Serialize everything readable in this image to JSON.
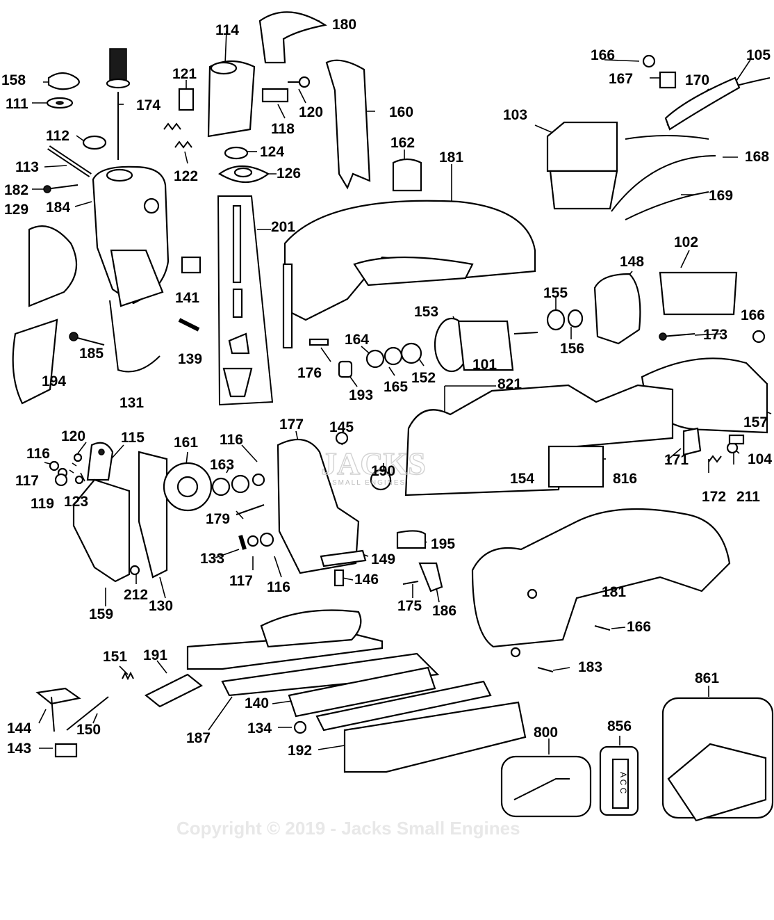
{
  "watermark": "Copyright © 2019 - Jacks Small Engines",
  "logo": {
    "text": "JACKS",
    "subtext": "SMALL ENGINES"
  },
  "case_label": "A C C",
  "parts": {
    "p101": "101",
    "p102": "102",
    "p103": "103",
    "p104": "104",
    "p105": "105",
    "p111": "111",
    "p112": "112",
    "p113": "113",
    "p114": "114",
    "p115": "115",
    "p116a": "116",
    "p116b": "116",
    "p116c": "116",
    "p117a": "117",
    "p117b": "117",
    "p118": "118",
    "p119": "119",
    "p120a": "120",
    "p120b": "120",
    "p121": "121",
    "p122": "122",
    "p123": "123",
    "p124": "124",
    "p126": "126",
    "p129": "129",
    "p130": "130",
    "p131": "131",
    "p133": "133",
    "p134": "134",
    "p139": "139",
    "p140": "140",
    "p141": "141",
    "p143": "143",
    "p144": "144",
    "p145": "145",
    "p146": "146",
    "p148": "148",
    "p149": "149",
    "p150": "150",
    "p151": "151",
    "p152": "152",
    "p153": "153",
    "p154": "154",
    "p155": "155",
    "p156": "156",
    "p157": "157",
    "p158": "158",
    "p159": "159",
    "p160": "160",
    "p161": "161",
    "p162": "162",
    "p163": "163",
    "p164": "164",
    "p165": "165",
    "p166a": "166",
    "p166b": "166",
    "p166c": "166",
    "p167": "167",
    "p168": "168",
    "p169": "169",
    "p170": "170",
    "p171": "171",
    "p172": "172",
    "p173": "173",
    "p174": "174",
    "p175": "175",
    "p176": "176",
    "p177": "177",
    "p179": "179",
    "p180": "180",
    "p181a": "181",
    "p181b": "181",
    "p182": "182",
    "p183": "183",
    "p184": "184",
    "p185": "185",
    "p186": "186",
    "p187": "187",
    "p190": "190",
    "p191": "191",
    "p192": "192",
    "p193": "193",
    "p194": "194",
    "p195": "195",
    "p201": "201",
    "p211": "211",
    "p212": "212",
    "p800": "800",
    "p816": "816",
    "p821": "821",
    "p856": "856",
    "p861": "861"
  }
}
